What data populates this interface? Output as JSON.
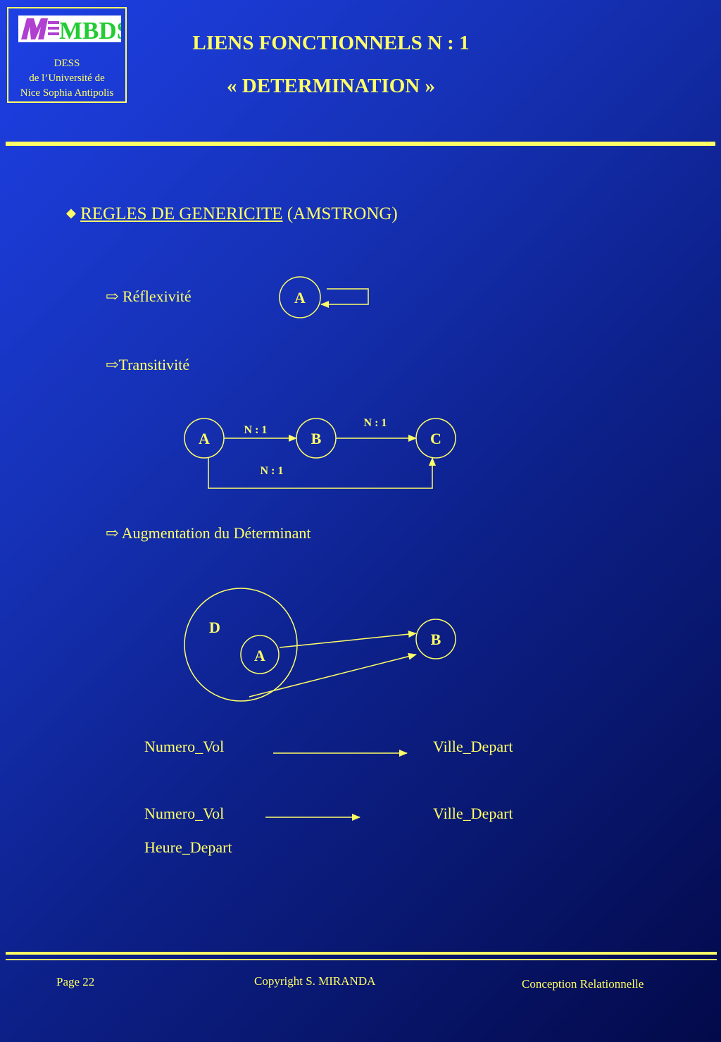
{
  "logo": {
    "brand": "MBDS",
    "line1": "DESS",
    "line2": "de l’Université de",
    "line3": "Nice Sophia Antipolis"
  },
  "title": {
    "line1": "LIENS FONCTIONNELS N : 1",
    "line2": "« DETERMINATION »"
  },
  "section": {
    "heading_underlined": "REGLES DE GENERICITE",
    "heading_rest": " (AMSTRONG)"
  },
  "rules": [
    {
      "label": " Réflexivité"
    },
    {
      "label": "Transitivité"
    },
    {
      "label": " Augmentation du Déterminant"
    }
  ],
  "diagram_reflexivity": {
    "node": "A"
  },
  "diagram_transitivity": {
    "nodes": [
      "A",
      "B",
      "C"
    ],
    "edge_ab": "N : 1",
    "edge_bc": "N : 1",
    "edge_ac": "N : 1"
  },
  "diagram_augmentation": {
    "outer": "D",
    "inner": "A",
    "target": "B"
  },
  "examples": {
    "ex1_left": "Numero_Vol",
    "ex1_right": "Ville_Depart",
    "ex2_left1": "Numero_Vol",
    "ex2_left2": "Heure_Depart",
    "ex2_right": "Ville_Depart"
  },
  "footer": {
    "page": "Page  22",
    "copyright": "Copyright S. MIRANDA",
    "course": "Conception Relationnelle"
  },
  "colors": {
    "accent": "#ffff66",
    "background": "#1632b8"
  }
}
